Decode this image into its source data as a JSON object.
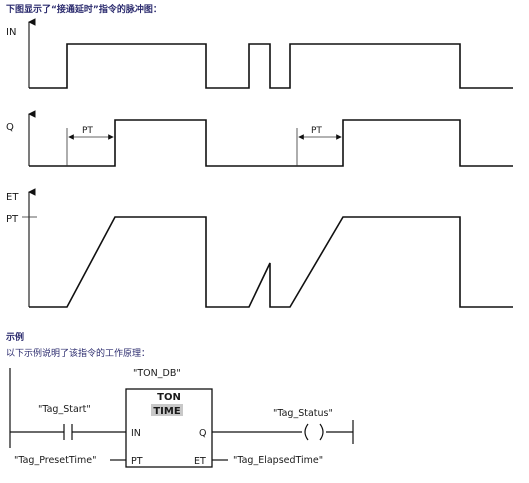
{
  "header": {
    "title": "下图显示了“接通延时”指令的脉冲图："
  },
  "timing": {
    "in_label": "IN",
    "q_label": "Q",
    "et_label": "ET",
    "pt_label": "PT",
    "pt_arrow_label_1": "PT",
    "pt_arrow_label_2": "PT"
  },
  "example": {
    "heading": "示例",
    "description": "以下示例说明了该指令的工作原理：",
    "instance_db": "\"TON_DB\"",
    "block_type": "TON",
    "block_datatype": "TIME",
    "pin_in": "IN",
    "pin_q": "Q",
    "pin_pt": "PT",
    "pin_et": "ET",
    "tag_start": "\"Tag_Start\"",
    "tag_status": "\"Tag_Status\"",
    "tag_preset": "\"Tag_PresetTime\"",
    "tag_elapsed": "\"Tag_ElapsedTime\""
  },
  "colors": {
    "heading": "#2b2b6e",
    "datatype_bg": "#c8c8c8"
  }
}
